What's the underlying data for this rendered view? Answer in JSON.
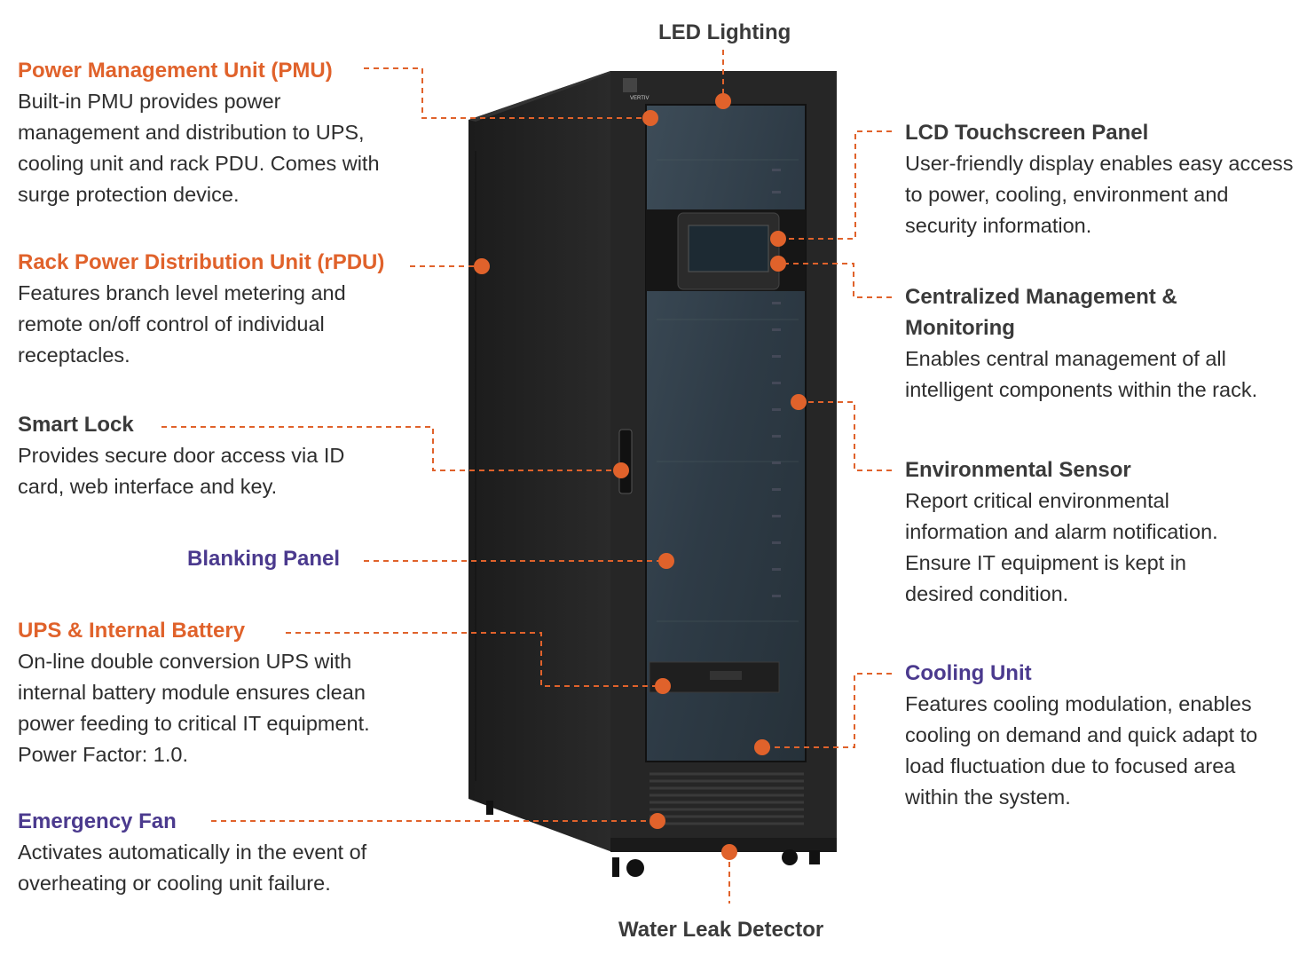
{
  "colors": {
    "orange": "#e0622b",
    "purple": "#4b3a8e",
    "dark_text": "#3a3a3a",
    "cabinet": "#222222"
  },
  "cabinet": {
    "brand": "VERTIV"
  },
  "callouts": {
    "led_lighting": {
      "title": "LED Lighting"
    },
    "pmu": {
      "title": "Power Management Unit (PMU)",
      "description": "Built-in PMU provides power management and distribution to UPS, cooling unit and rack PDU. Comes with surge protection device."
    },
    "rpdu": {
      "title": "Rack Power Distribution Unit (rPDU)",
      "description": "Features branch level metering and remote on/off control of individual receptacles."
    },
    "smart_lock": {
      "title": "Smart Lock",
      "description": "Provides secure door access via ID card, web interface and key."
    },
    "blanking_panel": {
      "title": "Blanking Panel"
    },
    "ups": {
      "title": "UPS & Internal Battery",
      "description": "On-line double conversion UPS with internal battery module ensures clean power feeding to critical IT equipment. Power Factor: 1.0."
    },
    "emergency_fan": {
      "title": "Emergency Fan",
      "description": "Activates automatically in the event of overheating or cooling unit failure."
    },
    "lcd": {
      "title": "LCD Touchscreen Panel",
      "description": "User-friendly display enables easy access to power, cooling, environment and security information."
    },
    "centralized": {
      "title": "Centralized Management & Monitoring",
      "description": "Enables central management of all intelligent components within the rack."
    },
    "env_sensor": {
      "title": "Environmental Sensor",
      "description": "Report critical environmental information and alarm notification. Ensure IT equipment is kept in desired condition."
    },
    "cooling": {
      "title": "Cooling Unit",
      "description": "Features cooling modulation, enables cooling on demand and quick adapt to load fluctuation due to focused area within the system."
    },
    "water_leak": {
      "title": "Water Leak Detector"
    }
  }
}
